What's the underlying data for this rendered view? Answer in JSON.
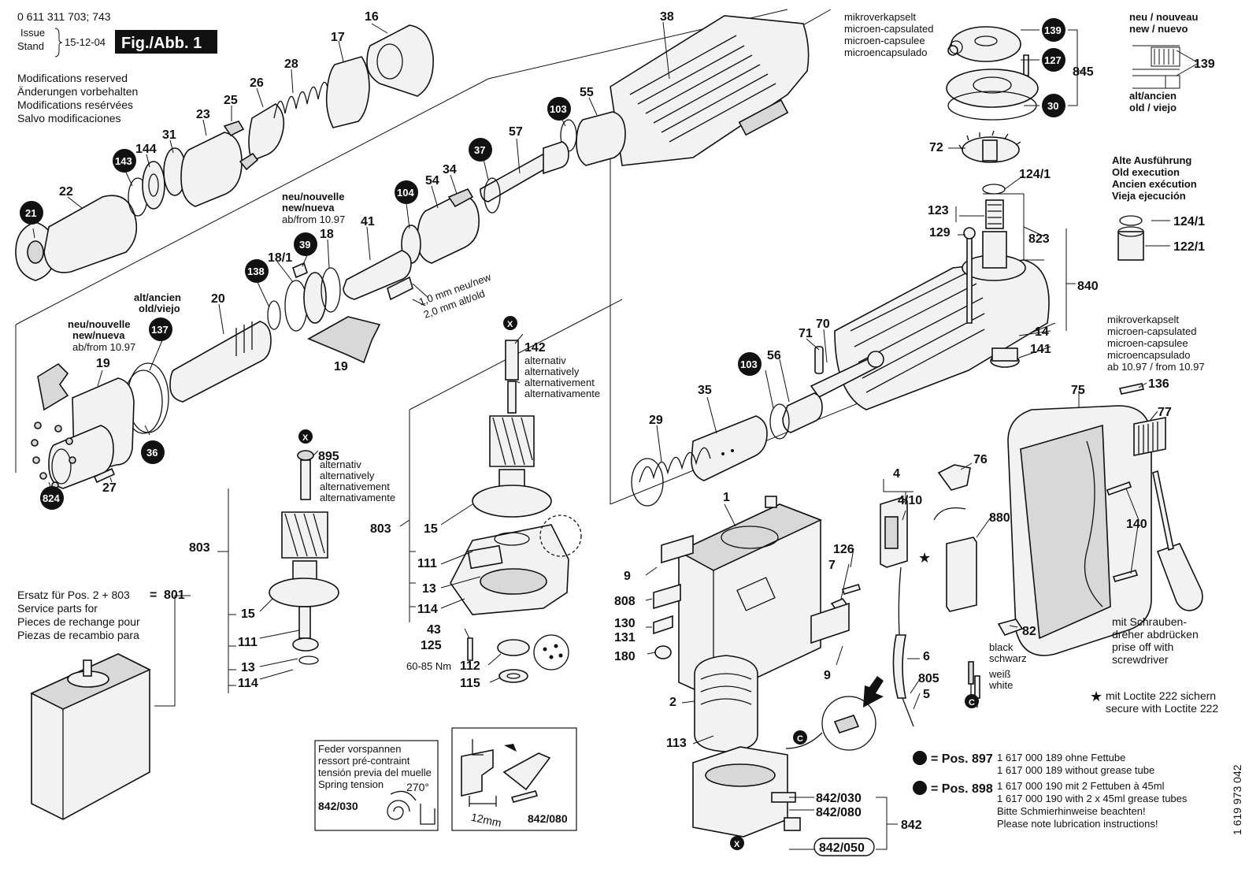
{
  "header": {
    "part_number": "0 611 311 703; 743",
    "issue_label_1": "Issue",
    "issue_label_2": "Stand",
    "issue_date": "15-12-04",
    "fig_label": "Fig./Abb. 1"
  },
  "modifications": [
    "Modifications reserved",
    "Änderungen vorbehalten",
    "Modifications resérvées",
    "Salvo modificaciones"
  ],
  "microencapsulated_top": [
    "mikroverkapselt",
    "microen-capsulated",
    "microen-capsulee",
    "microencapsulado"
  ],
  "microencapsulated_right": [
    "mikroverkapselt",
    "microen-capsulated",
    "microen-capsulee",
    "microencapsulado",
    "ab 10.97 / from 10.97"
  ],
  "neu_nouveau_right": [
    "neu / nouveau",
    "new / nuevo"
  ],
  "alt_ancien_right": [
    "alt/ancien",
    "old / viejo"
  ],
  "old_execution": [
    "Alte Ausführung",
    "Old execution",
    "Ancien exécution",
    "Vieja ejecución"
  ],
  "neu_nouvelle_mid": [
    "neu/nouvelle",
    "new/nueva",
    "ab/from 10.97"
  ],
  "neu_nouvelle_left": [
    "neu/nouvelle",
    "new/nueva",
    "ab/from 10.97"
  ],
  "alt_ancien_left": [
    "alt/ancien",
    "old/viejo"
  ],
  "shim_note": [
    "1,0 mm neu/new",
    "2,0 mm alt/old"
  ],
  "alternativ_1": [
    "alternativ",
    "alternatively",
    "alternativement",
    "alternativamente"
  ],
  "alternativ_2": [
    "alternativ",
    "alternatively",
    "alternativement",
    "alternativamente"
  ],
  "service_parts": [
    "Ersatz für Pos. 2 + 803",
    "Service parts for",
    "Pieces de rechange pour",
    "Piezas de recambio para"
  ],
  "service_parts_equals": "=",
  "service_parts_number": "801",
  "torque": "60-85 Nm",
  "spring_box": [
    "Feder vorspannen",
    "ressort pré-contraint",
    "tensión previa del muelle",
    "Spring tension"
  ],
  "spring_angle": "270°",
  "spring_box_part": "842/030",
  "clip_box_dim": "12mm",
  "clip_box_part": "842/080",
  "wire_labels": [
    "black",
    "schwarz",
    "weiß",
    "white"
  ],
  "screwdriver_note": [
    "mit Schrauben-",
    "dreher abdrücken",
    "prise off with",
    "screwdriver"
  ],
  "loctite_note": [
    "mit Loctite 222 sichern",
    "secure with Loctite 222"
  ],
  "grease_notes": {
    "pos897_label": "= Pos. 897",
    "pos897_lines": [
      "1 617 000 189 ohne Fettube",
      "1 617 000 189 without grease tube"
    ],
    "pos898_label": "= Pos. 898",
    "pos898_lines": [
      "1 617 000 190 mit 2 Fettuben à 45ml",
      "1 617 000 190 with 2 x 45ml grease tubes",
      "Bitte Schmierhinweise beachten!",
      "Please note lubrication instructions!"
    ]
  },
  "side_code": "1 619 973 042",
  "circle_marker_x": "X",
  "circle_marker_c": "C",
  "part_labels": {
    "p16": "16",
    "p17": "17",
    "p28": "28",
    "p26": "26",
    "p25": "25",
    "p23": "23",
    "p31": "31",
    "p144": "144",
    "p143": "143",
    "p22": "22",
    "p21": "21",
    "p38": "38",
    "p103a": "103",
    "p55": "55",
    "p57": "57",
    "p37": "37",
    "p104": "104",
    "p54": "54",
    "p34": "34",
    "p41": "41",
    "p39": "39",
    "p18": "18",
    "p18_1": "18/1",
    "p138": "138",
    "p20": "20",
    "p137": "137",
    "p19a": "19",
    "p19b": "19",
    "p36": "36",
    "p27": "27",
    "p824": "824",
    "p139a": "139",
    "p139b": "139",
    "p127": "127",
    "p845": "845",
    "p30": "30",
    "p72": "72",
    "p124_1a": "124/1",
    "p124_1b": "124/1",
    "p122_1": "122/1",
    "p123": "123",
    "p129": "129",
    "p823": "823",
    "p840": "840",
    "p14": "14",
    "p141": "141",
    "p71": "71",
    "p70": "70",
    "p56": "56",
    "p103b": "103",
    "p35": "35",
    "p29": "29",
    "p142": "142",
    "p895": "895",
    "p803a": "803",
    "p803b": "803",
    "p15a": "15",
    "p15b": "15",
    "p111a": "111",
    "p111b": "111",
    "p13a": "13",
    "p13b": "13",
    "p114a": "114",
    "p114b": "114",
    "p43": "43",
    "p125": "125",
    "p112": "112",
    "p115": "115",
    "p1": "1",
    "p9a": "9",
    "p9b": "9",
    "p808": "808",
    "p130": "130",
    "p131": "131",
    "p180": "180",
    "p2": "2",
    "p113": "113",
    "p126": "126",
    "p7": "7",
    "p4": "4",
    "p4_10": "4/10",
    "p6": "6",
    "p805": "805",
    "p5": "5",
    "p76": "76",
    "p880": "880",
    "p75": "75",
    "p136": "136",
    "p77": "77",
    "p140": "140",
    "p82": "82",
    "p842": "842",
    "p842_030": "842/030",
    "p842_080": "842/080",
    "p842_050": "842/050"
  }
}
